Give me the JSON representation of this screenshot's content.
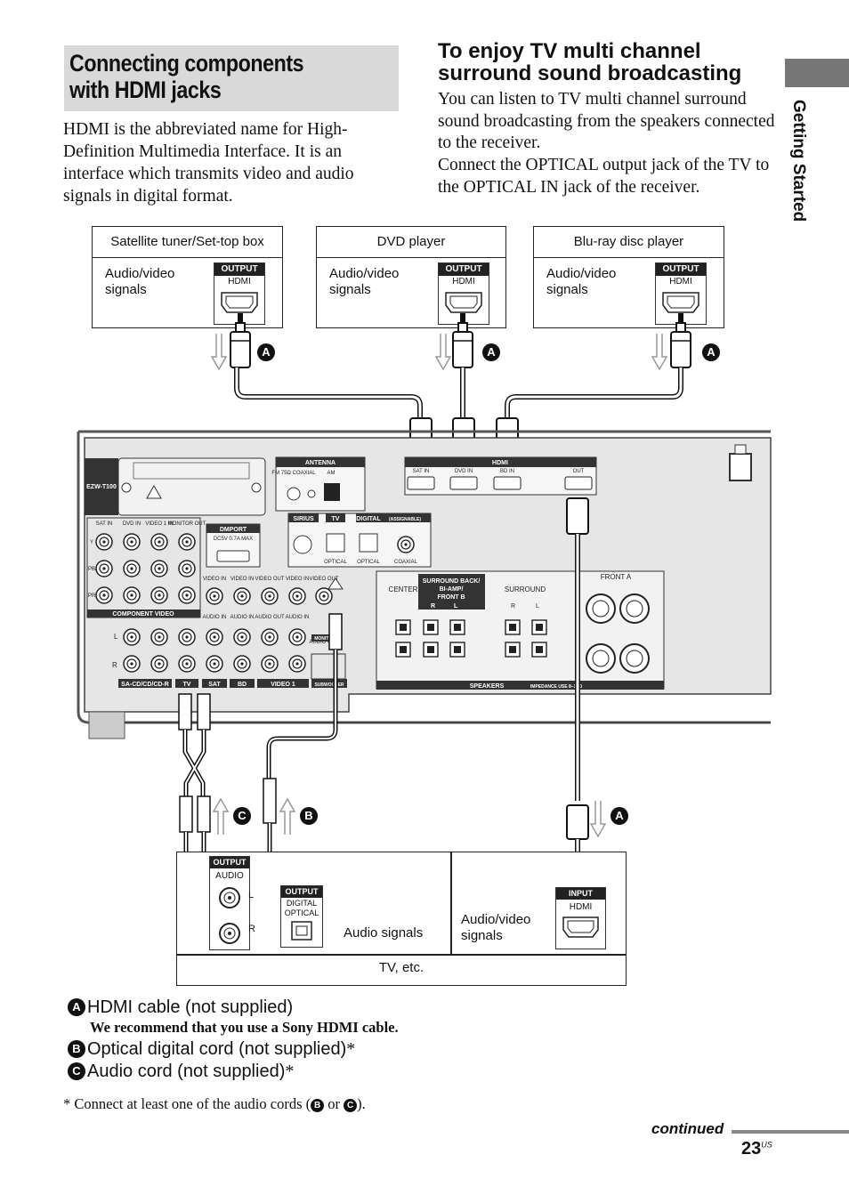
{
  "page": {
    "section_tab": "Getting Started",
    "title": "Connecting components with HDMI jacks",
    "intro": "HDMI is the abbreviated name for High-Definition Multimedia Interface. It is an interface which transmits video and audio signals in digital format.",
    "tv_heading": "To enjoy TV multi channel surround sound broadcasting",
    "tv_para1": "You can listen to TV multi channel surround sound broadcasting from the speakers connected to the receiver.",
    "tv_para2": "Connect the OPTICAL output jack of the TV to the OPTICAL IN jack of the receiver.",
    "continued": "continued",
    "page_number": "23",
    "page_suffix": "US"
  },
  "devices": [
    {
      "name": "Satellite tuner/Set-top box",
      "signal": "Audio/video signals",
      "port_label": "OUTPUT",
      "port_name": "HDMI",
      "cable": "A"
    },
    {
      "name": "DVD player",
      "signal": "Audio/video signals",
      "port_label": "OUTPUT",
      "port_name": "HDMI",
      "cable": "A"
    },
    {
      "name": "Blu-ray disc player",
      "signal": "Audio/video signals",
      "port_label": "OUTPUT",
      "port_name": "HDMI",
      "cable": "A"
    }
  ],
  "receiver": {
    "model_label": "EZW-T100",
    "antenna": "ANTENNA",
    "fm": "FM 75Ω COAXIAL",
    "am": "AM",
    "hdmi": "HDMI",
    "hdmi_ports": [
      "SAT IN",
      "DVD IN",
      "BD IN",
      "OUT"
    ],
    "sirius": "SIRIUS",
    "tv": "TV",
    "digital": "DIGITAL",
    "assignable": "(ASSIGNABLE)",
    "optical": "OPTICAL",
    "coaxial": "COAXIAL",
    "dmport": "DMPORT",
    "dmport_power": "DC5V 0.7A MAX",
    "component_video": "COMPONENT VIDEO",
    "component_cols": [
      "SAT IN",
      "DVD IN",
      "VIDEO 1 IN",
      "MONITOR OUT"
    ],
    "component_rows": [
      "Y",
      "PB/CB",
      "PR/CR"
    ],
    "audio_groups": [
      "SA-CD/CD/CD-R",
      "TV",
      "SAT",
      "BD",
      "VIDEO 1"
    ],
    "video_cols": [
      "VIDEO IN",
      "VIDEO IN",
      "VIDEO OUT",
      "VIDEO IN",
      "VIDEO OUT"
    ],
    "audio_cols": [
      "AUDIO IN",
      "AUDIO IN",
      "AUDIO OUT",
      "AUDIO IN",
      "AUDIO OUT"
    ],
    "channel_l": "L",
    "channel_r": "R",
    "monitor": "MONITOR",
    "subwoofer": "SUBWOOFER",
    "center": "CENTER",
    "surround_back": "SURROUND BACK/ BI-AMP/ FRONT B",
    "surround": "SURROUND",
    "front_a": "FRONT A",
    "speakers": "SPEAKERS",
    "impedance": "IMPEDANCE USE 8–16Ω"
  },
  "tv_box": {
    "name": "TV, etc.",
    "audio_out_label": "OUTPUT",
    "audio_out_name": "AUDIO",
    "optical_out_label": "OUTPUT",
    "optical_out_name": "DIGITAL OPTICAL",
    "audio_signals": "Audio signals",
    "av_signals": "Audio/video signals",
    "input_label": "INPUT",
    "input_name": "HDMI",
    "l": "L",
    "r": "R"
  },
  "legend": {
    "a_letter": "A",
    "a_text": "HDMI cable (not supplied)",
    "a_note": "We recommend that you use a Sony HDMI cable.",
    "b_letter": "B",
    "b_text": "Optical digital cord (not supplied)",
    "c_letter": "C",
    "c_text": "Audio cord (not supplied)",
    "asterisk": "*",
    "footnote_pre": "* Connect at least one of the audio cords (",
    "footnote_or": " or ",
    "footnote_post": ")."
  }
}
